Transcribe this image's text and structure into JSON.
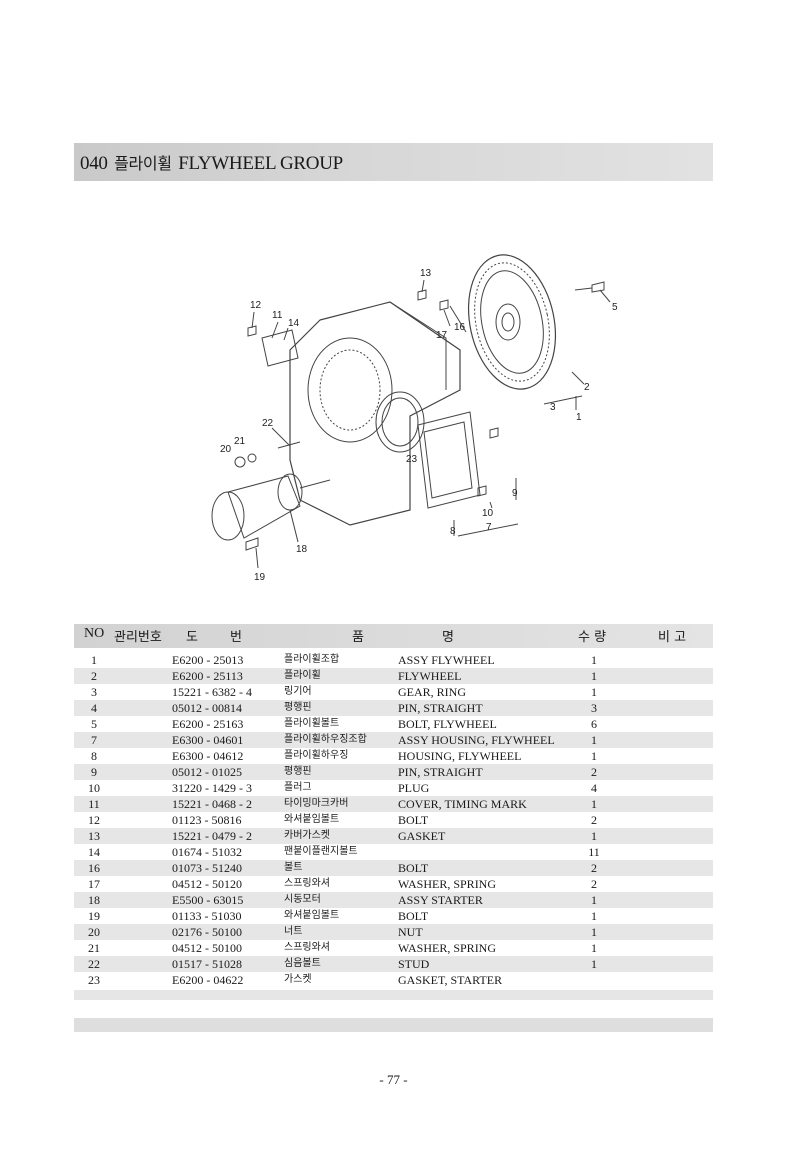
{
  "section": {
    "number": "040",
    "title_kor": "플라이휠",
    "title_eng": "FLYWHEEL GROUP"
  },
  "diagram": {
    "callouts": [
      "1",
      "2",
      "3",
      "5",
      "7",
      "8",
      "9",
      "10",
      "11",
      "12",
      "13",
      "14",
      "16",
      "17",
      "18",
      "19",
      "20",
      "21",
      "22",
      "23"
    ]
  },
  "table": {
    "headers": {
      "no": "NO",
      "code": "관리번호",
      "part_no_1": "도",
      "part_no_2": "번",
      "name_1": "품",
      "name_2": "명",
      "qty": "수 량",
      "remarks": "비 고"
    },
    "rows": [
      {
        "no": "1",
        "code": "E6200 - 25013",
        "kor": "플라이휠조합",
        "eng": "ASSY FLYWHEEL",
        "qty": "1"
      },
      {
        "no": "2",
        "code": "E6200 - 25113",
        "kor": "플라이휠",
        "eng": "FLYWHEEL",
        "qty": "1"
      },
      {
        "no": "3",
        "code": "15221 - 6382 - 4",
        "kor": "링기어",
        "eng": "GEAR, RING",
        "qty": "1"
      },
      {
        "no": "4",
        "code": "05012 - 00814",
        "kor": "평행핀",
        "eng": "PIN, STRAIGHT",
        "qty": "3"
      },
      {
        "no": "5",
        "code": "E6200 - 25163",
        "kor": "플라이휠볼트",
        "eng": "BOLT, FLYWHEEL",
        "qty": "6"
      },
      {
        "no": "7",
        "code": "E6300 - 04601",
        "kor": "플라이휠하우징조합",
        "eng": "ASSY HOUSING, FLYWHEEL",
        "qty": "1"
      },
      {
        "no": "8",
        "code": "E6300 - 04612",
        "kor": "플라이휠하우징",
        "eng": "HOUSING, FLYWHEEL",
        "qty": "1"
      },
      {
        "no": "9",
        "code": "05012 - 01025",
        "kor": "평행핀",
        "eng": "PIN, STRAIGHT",
        "qty": "2"
      },
      {
        "no": "10",
        "code": "31220 - 1429 - 3",
        "kor": "플러그",
        "eng": "PLUG",
        "qty": "4"
      },
      {
        "no": "11",
        "code": "15221 - 0468 - 2",
        "kor": "타이밍마크카버",
        "eng": "COVER, TIMING MARK",
        "qty": "1"
      },
      {
        "no": "12",
        "code": "01123 - 50816",
        "kor": "와셔붙임볼트",
        "eng": "BOLT",
        "qty": "2"
      },
      {
        "no": "13",
        "code": "15221 - 0479 - 2",
        "kor": "카버가스켓",
        "eng": "GASKET",
        "qty": "1"
      },
      {
        "no": "14",
        "code": "01674 - 51032",
        "kor": "팬붙이플랜지볼트",
        "eng": "",
        "qty": "11"
      },
      {
        "no": "16",
        "code": "01073 - 51240",
        "kor": "볼트",
        "eng": "BOLT",
        "qty": "2"
      },
      {
        "no": "17",
        "code": "04512 - 50120",
        "kor": "스프링와셔",
        "eng": "WASHER, SPRING",
        "qty": "2"
      },
      {
        "no": "18",
        "code": "E5500 - 63015",
        "kor": "시동모터",
        "eng": "ASSY STARTER",
        "qty": "1"
      },
      {
        "no": "19",
        "code": "01133 - 51030",
        "kor": "와셔붙임볼트",
        "eng": "BOLT",
        "qty": "1"
      },
      {
        "no": "20",
        "code": "02176 - 50100",
        "kor": "너트",
        "eng": "NUT",
        "qty": "1"
      },
      {
        "no": "21",
        "code": "04512 - 50100",
        "kor": "스프링와셔",
        "eng": "WASHER, SPRING",
        "qty": "1"
      },
      {
        "no": "22",
        "code": "01517 - 51028",
        "kor": "심음볼트",
        "eng": "STUD",
        "qty": "1"
      },
      {
        "no": "23",
        "code": "E6200 - 04622",
        "kor": "가스켓",
        "eng": "GASKET, STARTER",
        "qty": ""
      }
    ]
  },
  "page": {
    "number": "- 77 -"
  }
}
